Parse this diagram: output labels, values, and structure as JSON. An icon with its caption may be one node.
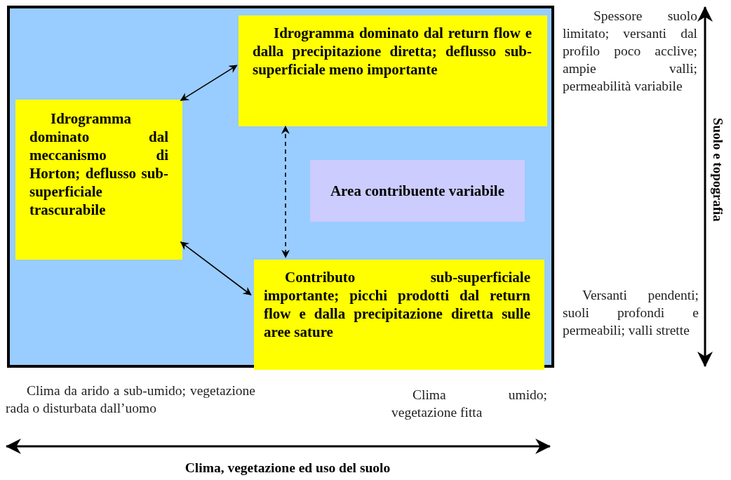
{
  "diagram": {
    "nodes": [
      {
        "text": [],
        "shape": "box"
      },
      {
        "text": [
          "Idrogramma dominato dal return flow e dalla precipitazione diretta; deflusso sub-superficiale meno importante"
        ],
        "in": 0
      },
      {
        "text": [
          "Idrogramma dominato dal meccanismo di Horton; deflusso sub-superficiale trascurabile"
        ],
        "in": 0
      },
      {
        "text": [
          "Area contribuente variabile"
        ],
        "in": 0
      },
      {
        "text": [
          "Contributo sub-superficiale importante; picchi prodotti dal return flow e dalla precipitazione diretta sulle aree sature"
        ],
        "in": 0
      }
    ],
    "edges": [
      {
        "from": 2,
        "to": 1,
        "arrow": "both"
      },
      {
        "from": 1,
        "to": 4,
        "arrow": "both",
        "style": "dashed"
      },
      {
        "from": 2,
        "to": 4,
        "arrow": "both"
      }
    ],
    "labels": [
      "Spessore suolo limitato; versanti dal profilo poco acclive; ampie valli; permeabilità variabile",
      "Suolo e topografia",
      "Versanti pendenti; suoli profondi e permeabili; valli strette",
      "Clima da arido a sub-umido; vegetazione rada o disturbata dall’uomo",
      "Clima umido; vegetazione fitta",
      "Clima, vegetazione ed uso del suolo"
    ]
  }
}
